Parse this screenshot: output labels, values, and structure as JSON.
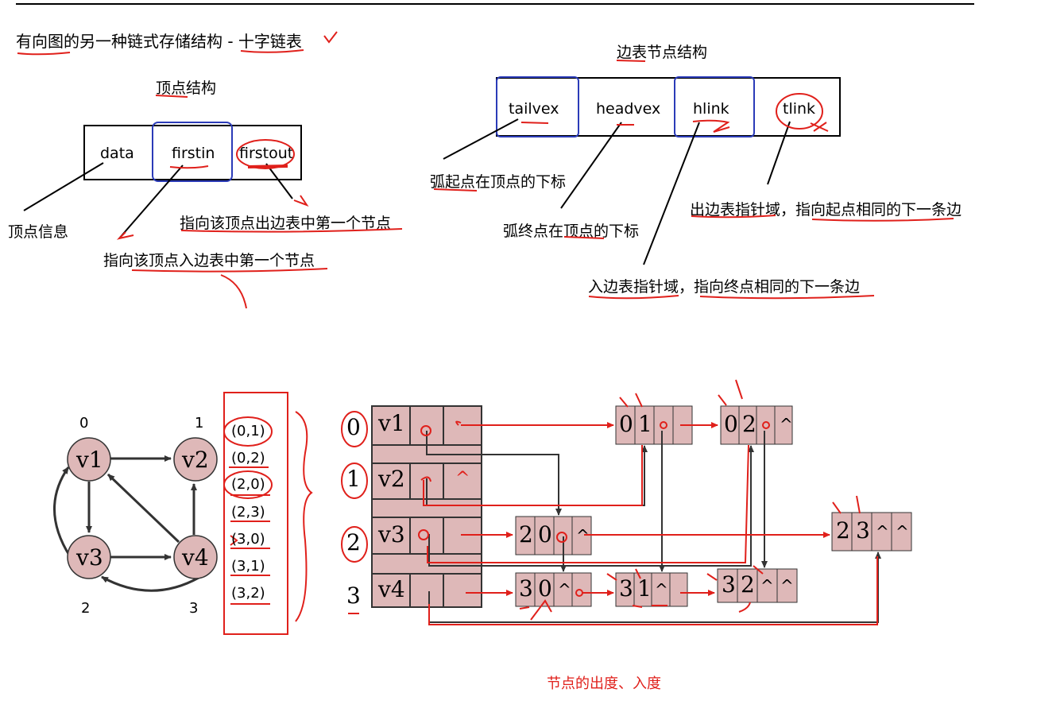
{
  "header": {
    "title": "有向图的另一种链式存储结构 - 十字链表"
  },
  "vertex_structure": {
    "heading": "顶点结构",
    "fields": [
      "data",
      "firstin",
      "firstout"
    ],
    "annotations": {
      "data": "顶点信息",
      "firstin": "指向该顶点入边表中第一个节点",
      "firstout": "指向该顶点出边表中第一个节点"
    }
  },
  "edge_structure": {
    "heading": "边表节点结构",
    "fields": [
      "tailvex",
      "headvex",
      "hlink",
      "tlink"
    ],
    "annotations": {
      "tailvex": "弧起点在顶点的下标",
      "headvex": "弧终点在顶点的下标",
      "hlink": "入边表指针域，指向终点相同的下一条边",
      "tlink": "出边表指针域，指向起点相同的下一条边"
    }
  },
  "graph": {
    "nodes": [
      {
        "label": "v1",
        "index": "0"
      },
      {
        "label": "v2",
        "index": "1"
      },
      {
        "label": "v3",
        "index": "2"
      },
      {
        "label": "v4",
        "index": "3"
      }
    ],
    "edges": [
      "(0,1)",
      "(0,2)",
      "(2,0)",
      "(2,3)",
      "(3,0)",
      "(3,1)",
      "(3,2)"
    ]
  },
  "orthogonal_list": {
    "vertex_rows": [
      {
        "index": "0",
        "label": "v1"
      },
      {
        "index": "1",
        "label": "v2"
      },
      {
        "index": "2",
        "label": "v3"
      },
      {
        "index": "3",
        "label": "v4"
      }
    ],
    "edge_nodes": [
      {
        "tail": "0",
        "head": "1",
        "hlink": "",
        "tlink": ""
      },
      {
        "tail": "0",
        "head": "2",
        "hlink": "",
        "tlink": "^"
      },
      {
        "tail": "2",
        "head": "0",
        "hlink": "",
        "tlink": "^"
      },
      {
        "tail": "2",
        "head": "3",
        "hlink": "^",
        "tlink": "^"
      },
      {
        "tail": "3",
        "head": "0",
        "hlink": "^",
        "tlink": ""
      },
      {
        "tail": "3",
        "head": "1",
        "hlink": "^",
        "tlink": ""
      },
      {
        "tail": "3",
        "head": "2",
        "hlink": "^",
        "tlink": "^"
      }
    ],
    "null_symbol": "^"
  },
  "footer_note": "节点的出度、入度",
  "colors": {
    "node_fill": "#deb8b8",
    "ink_red": "#e0201b",
    "blue_box": "#2b3bb8",
    "edge_dark": "#333333"
  }
}
